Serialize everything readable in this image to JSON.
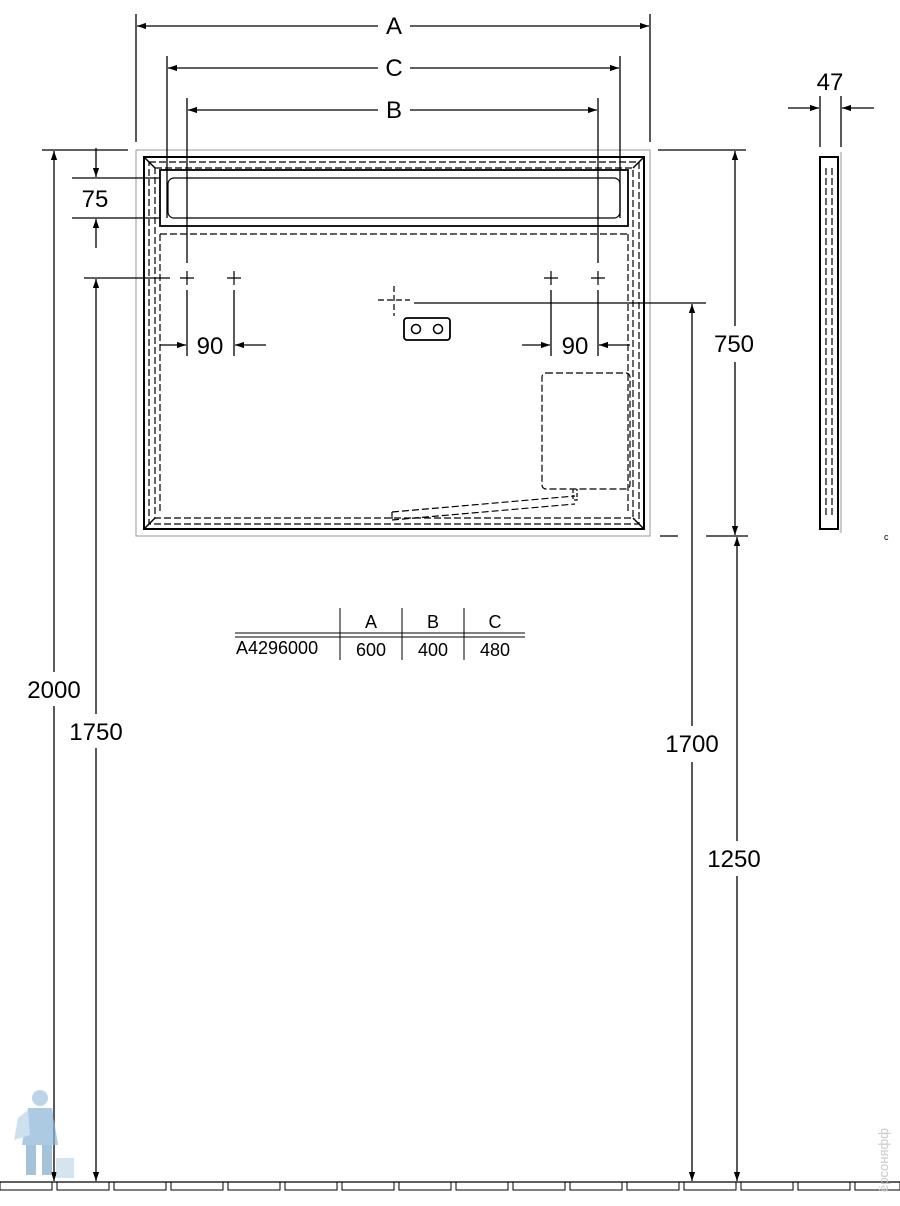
{
  "labels": {
    "a": "A",
    "b": "B",
    "c": "C",
    "depth": "47",
    "top_offset": "75",
    "spacing_left": "90",
    "spacing_right": "90",
    "mirror_height": "750",
    "total_height": "2000",
    "mount_height": "1750",
    "socket_height": "1700",
    "bottom_height": "1250"
  },
  "table": {
    "headers": [
      "A",
      "B",
      "C"
    ],
    "rows": [
      {
        "code": "A4296000",
        "values": [
          "600",
          "400",
          "480"
        ]
      }
    ]
  },
  "watermark": "ёрсоняфф"
}
